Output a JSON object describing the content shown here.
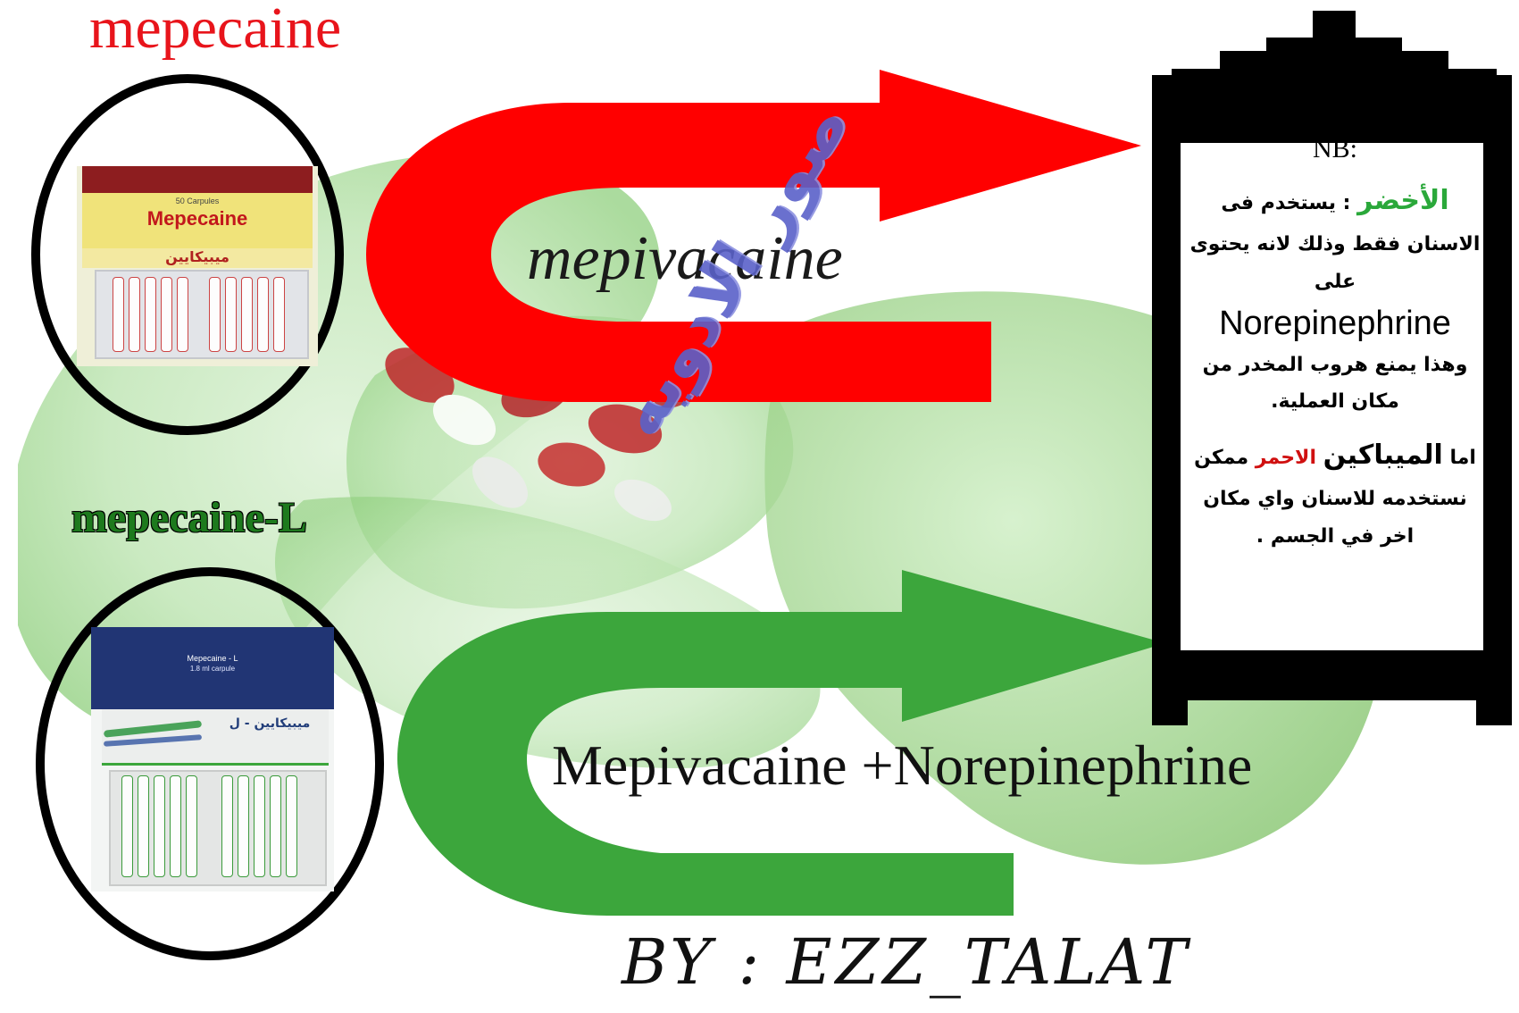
{
  "titles": {
    "top": "mepecaine",
    "bottom": "mepecaine-L"
  },
  "products": {
    "top": {
      "brand": "Mepecaine",
      "subtitle": "50 Carpules",
      "arabic": "ميبيكايين"
    },
    "bottom": {
      "brand": "Mepecaine - L",
      "subtitle": "1.8 ml carpule",
      "arabic": "ميبيكايين - ل"
    }
  },
  "arrows": {
    "red_label": "mepivacaine",
    "green_label": "Mepivacaine +Norepinephrine"
  },
  "note": {
    "nb": "NB:",
    "green_word": "الأخضر",
    "line1": ": يستخدم فى",
    "line2": "الاسنان فقط وذلك لانه يحتوى",
    "line3": "على",
    "norepinephrine": "Norepinephrine",
    "line4": "وهذا يمنع  هروب المخدر من",
    "line5": "مكان العملية.",
    "line6_prefix": "اما",
    "mepivacaine_ar": "الميباكين",
    "red_word": "الاحمر",
    "line6_suffix": "ممكن",
    "line7": "نستخدمه للاسنان واي مكان",
    "line8": "اخر في الجسم ."
  },
  "watermark": "صور الادويه",
  "byline": "BY : EZZ_TALAT",
  "colors": {
    "red": "#ff0000",
    "green": "#3ca63c",
    "scroll": "#000000",
    "background_green": "#a8dd9a"
  }
}
